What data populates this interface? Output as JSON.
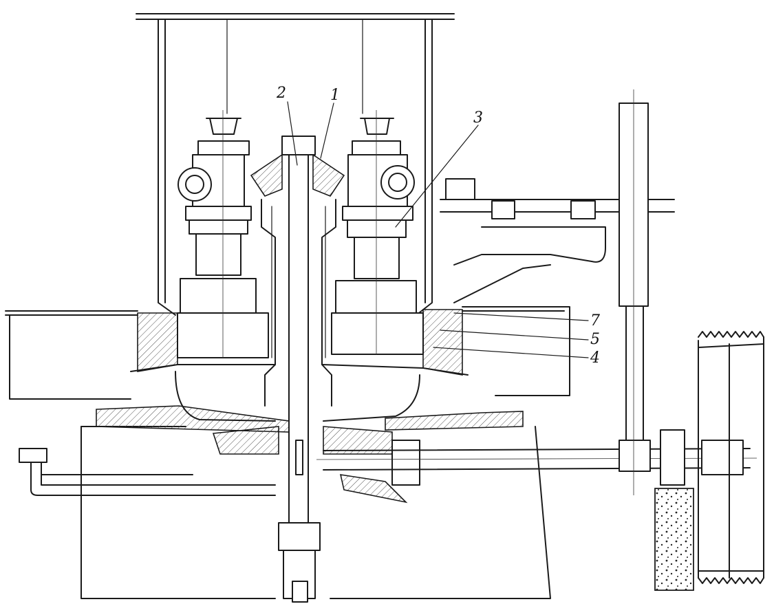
{
  "diagram": {
    "callouts": [
      {
        "id": "1",
        "label": "1"
      },
      {
        "id": "2",
        "label": "2"
      },
      {
        "id": "3",
        "label": "3"
      },
      {
        "id": "4",
        "label": "4"
      },
      {
        "id": "5",
        "label": "5"
      },
      {
        "id": "7",
        "label": "7"
      }
    ],
    "colors": {
      "ink": "#1a1a1a",
      "paper": "#ffffff"
    }
  }
}
